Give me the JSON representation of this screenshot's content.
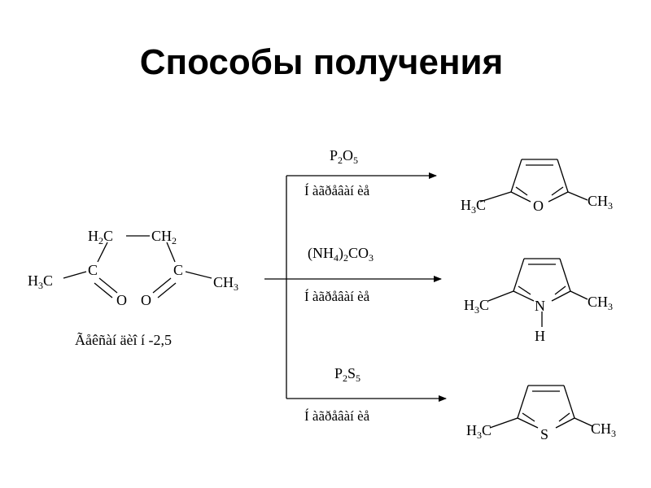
{
  "title": "Способы получения",
  "reactant": {
    "name": "Ãåêñàí äèî í -2,5",
    "atoms": {
      "h2c_main": "H",
      "h2c_sub": "2",
      "h2c_tail": "C",
      "ch2_main": "CH",
      "ch2_sub": "2",
      "c_left": "C",
      "c_right": "C",
      "o_left": "O",
      "o_right": "O",
      "h3c_main": "H",
      "h3c_sub": "3",
      "h3c_tail": "C",
      "ch3_main": "CH",
      "ch3_sub": "3"
    }
  },
  "reactions": [
    {
      "reagent_parts": [
        "P",
        "2",
        "O",
        "5"
      ],
      "condition": "Í àãðåâàí èå",
      "product": {
        "heteroatom": "O",
        "left_main": "H",
        "left_sub": "3",
        "left_tail": "C",
        "right_main": "CH",
        "right_sub": "3"
      }
    },
    {
      "reagent_parts": [
        "(NH",
        "4",
        ")",
        "2",
        "CO",
        "3"
      ],
      "condition": "Í àãðåâàí èå",
      "product": {
        "heteroatom": "N",
        "heteroatom_h": "H",
        "left_main": "H",
        "left_sub": "3",
        "left_tail": "C",
        "right_main": "CH",
        "right_sub": "3"
      }
    },
    {
      "reagent_parts": [
        "P",
        "2",
        "S",
        "5"
      ],
      "condition": "Í àãðåâàí èå",
      "product": {
        "heteroatom": "S",
        "left_main": "H",
        "left_sub": "3",
        "left_tail": "C",
        "right_main": "CH",
        "right_sub": "3"
      }
    }
  ]
}
